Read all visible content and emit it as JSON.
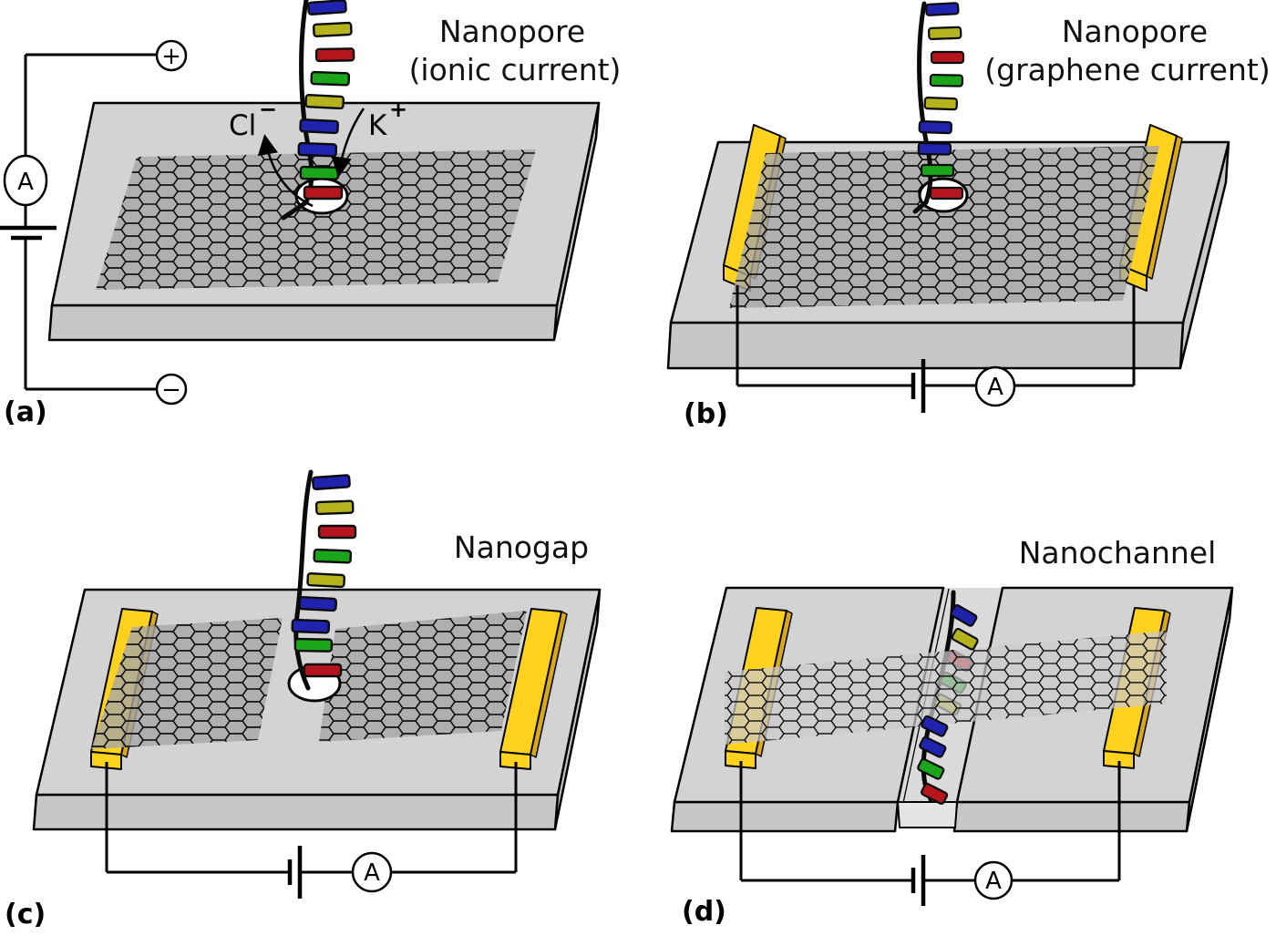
{
  "figure": {
    "background": "#ffffff",
    "colors": {
      "base_blue": "#2023ae",
      "base_yellow": "#b5b31d",
      "base_red": "#b5161d",
      "base_green": "#1aa51a",
      "gold": "#ffd21e",
      "gold_shade": "#d8a81c",
      "substrate_top": "#d3d3d3",
      "substrate_side": "#c7c7c7",
      "graphene_fill": "#a6a6a6",
      "graphene_fill_light": "#cbcbcb",
      "channel_fill": "#dadada",
      "notch_fill": "#e4e4e4",
      "pore_fill": "#ffffff",
      "outline": "#000000"
    },
    "panels": [
      {
        "id": "a",
        "label": "(a)",
        "title_line1": "Nanopore",
        "title_line2": "(ionic current)",
        "ammeter_label": "A",
        "electrode_plus": "+",
        "electrode_minus": "−",
        "ion_labels": {
          "anion": "Cl",
          "anion_charge": "−",
          "cation": "K",
          "cation_charge": "+"
        },
        "dna_sequence": [
          "blue",
          "yellow",
          "red",
          "green",
          "yellow",
          "blue",
          "blue",
          "green",
          "red"
        ]
      },
      {
        "id": "b",
        "label": "(b)",
        "title_line1": "Nanopore",
        "title_line2": "(graphene current)",
        "ammeter_label": "A",
        "dna_sequence": [
          "blue",
          "yellow",
          "red",
          "green",
          "yellow",
          "blue",
          "blue",
          "green",
          "red"
        ]
      },
      {
        "id": "c",
        "label": "(c)",
        "title_line1": "Nanogap",
        "title_line2": "",
        "ammeter_label": "A",
        "dna_sequence": [
          "blue",
          "yellow",
          "red",
          "green",
          "yellow",
          "blue",
          "blue",
          "green",
          "red"
        ]
      },
      {
        "id": "d",
        "label": "(d)",
        "title_line1": "Nanochannel",
        "title_line2": "",
        "ammeter_label": "A",
        "dna_sequence": [
          "blue",
          "yellow",
          "red",
          "green",
          "yellow",
          "blue",
          "blue",
          "green",
          "red"
        ]
      }
    ]
  }
}
